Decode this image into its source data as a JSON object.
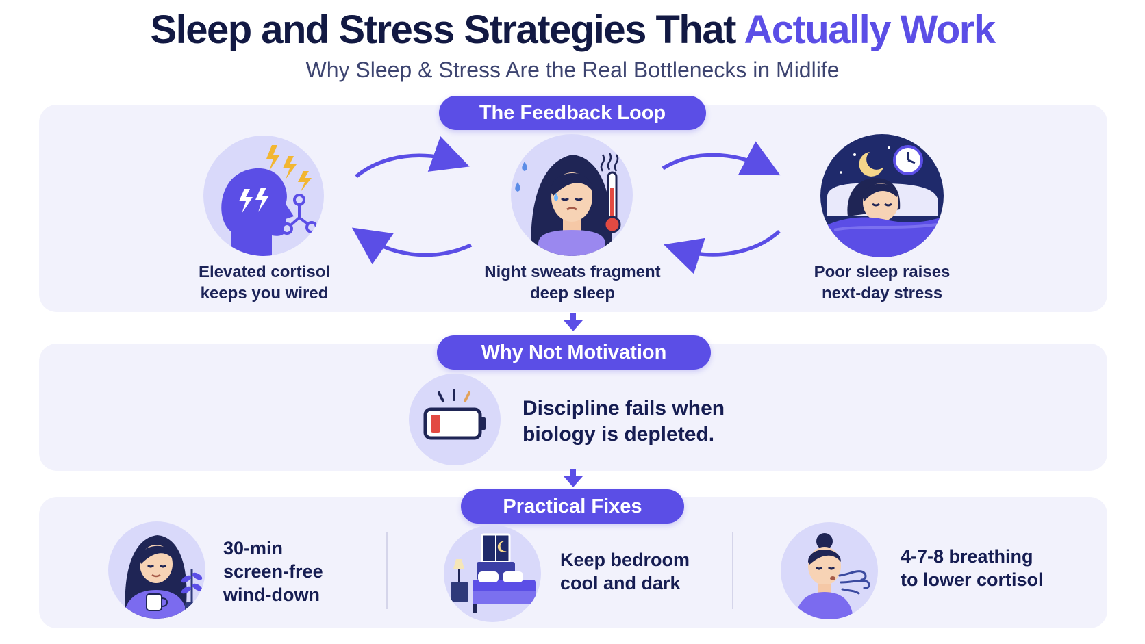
{
  "header": {
    "title_main": "Sleep and Stress Strategies That ",
    "title_accent": "Actually Work",
    "subtitle": "Why Sleep & Stress Are the Real Bottlenecks in Midlife"
  },
  "colors": {
    "accent": "#5b4ee6",
    "dark_text": "#141a4a",
    "panel_bg": "#f2f2fc",
    "circle_bg": "#d9d9fa",
    "battery_low": "#e24a42",
    "lightning": "#f2b632"
  },
  "feedback_loop": {
    "heading": "The Feedback Loop",
    "items": [
      {
        "line1": "Elevated cortisol",
        "line2": "keeps you wired",
        "icon": "stressed-head-icon"
      },
      {
        "line1": "Night sweats fragment",
        "line2": "deep sleep",
        "icon": "night-sweats-icon"
      },
      {
        "line1": "Poor sleep raises",
        "line2": "next-day stress",
        "icon": "poor-sleep-icon"
      }
    ]
  },
  "why_not_motivation": {
    "heading": "Why Not Motivation",
    "line1": "Discipline fails when",
    "line2": "biology is depleted.",
    "icon": "low-battery-icon"
  },
  "practical_fixes": {
    "heading": "Practical Fixes",
    "items": [
      {
        "lines": [
          "30-min",
          "screen-free",
          "wind-down"
        ],
        "icon": "wind-down-icon"
      },
      {
        "lines": [
          "Keep bedroom",
          "cool and dark"
        ],
        "icon": "bedroom-icon"
      },
      {
        "lines": [
          "4-7-8 breathing",
          "to lower cortisol"
        ],
        "icon": "breathing-icon"
      }
    ]
  }
}
